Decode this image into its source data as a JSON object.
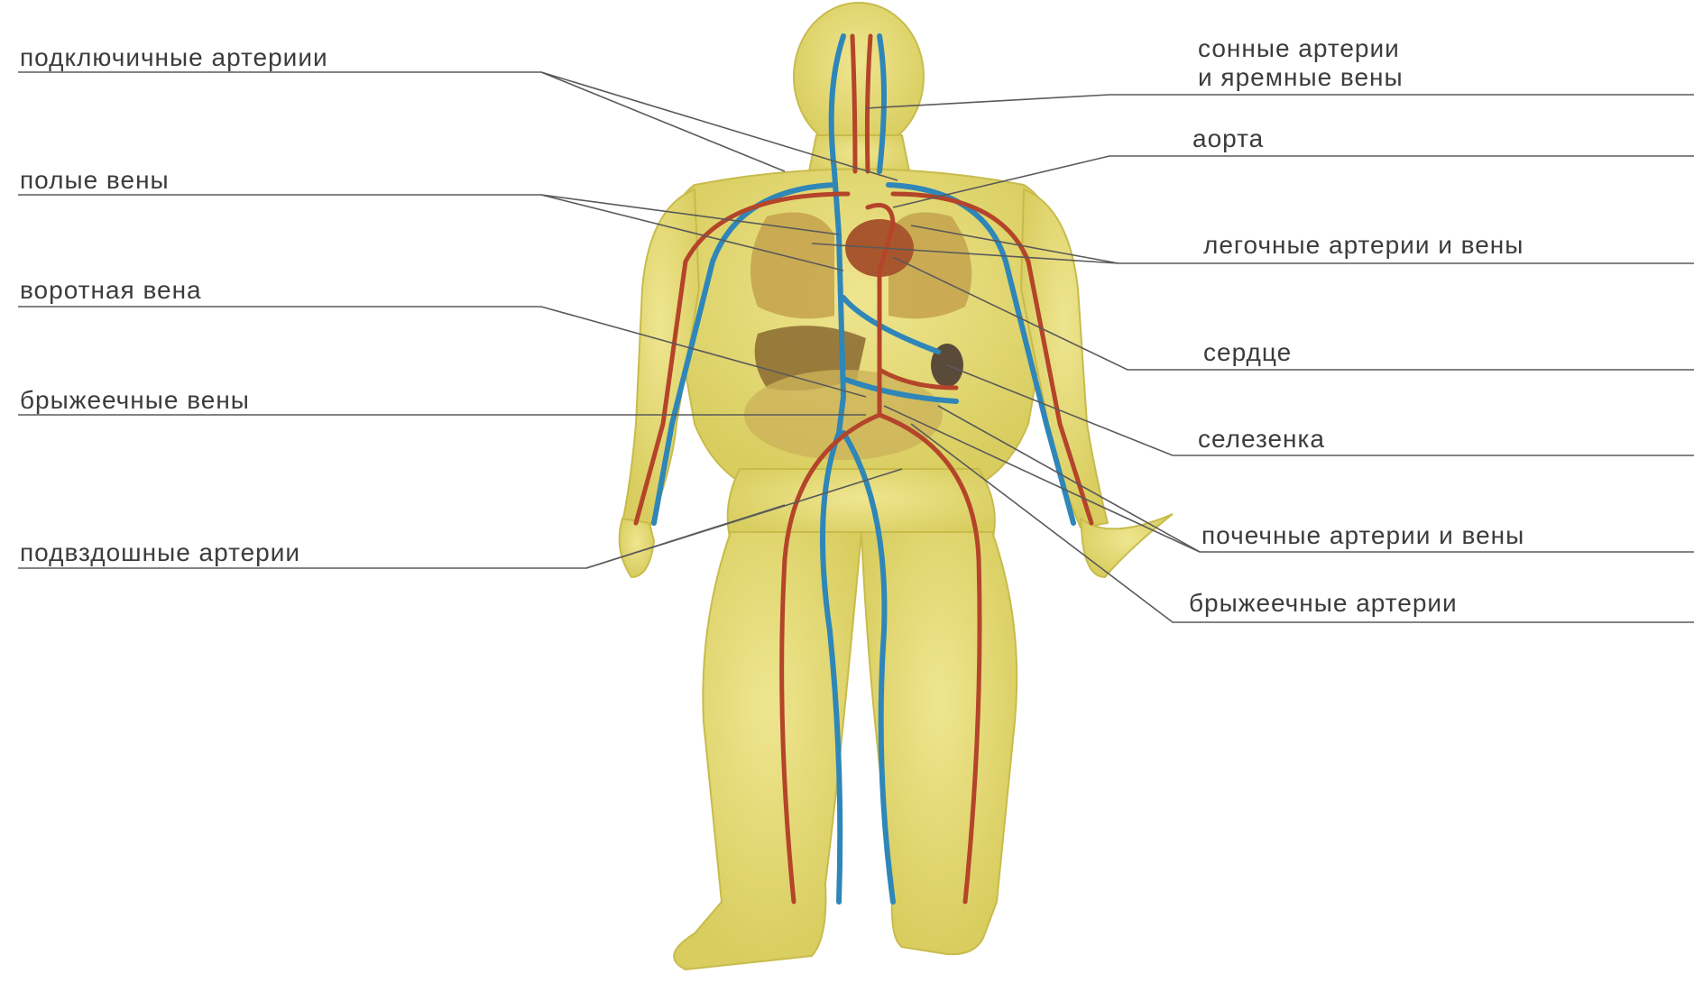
{
  "labels": {
    "left": [
      "подключичные артериии",
      "полые вены",
      "воротная вена",
      "брыжеечные вены",
      "подвздошные артерии"
    ],
    "right": [
      "сонные артерии",
      "и яремные вены",
      "аорта",
      "легочные артерии и вены",
      "сердце",
      "селезенка",
      "почечные артерии и вены",
      "брыжеечные артерии"
    ]
  },
  "colors": {
    "body": "#e6dc7a",
    "artery": "#b4442a",
    "vein": "#2f86b8",
    "leader_line": "#5a5a5a",
    "label_text": "#3c3c3c"
  }
}
